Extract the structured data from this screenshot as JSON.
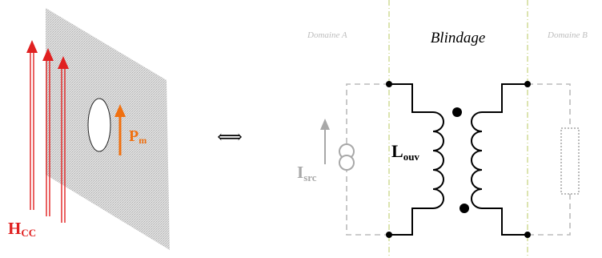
{
  "left_figure": {
    "field_label_main": "H",
    "field_label_sub": "CC",
    "moment_label_main": "P",
    "moment_label_sub": "m"
  },
  "equivalence_symbol": "⟺",
  "circuit": {
    "domain_a_label": "Domaine A",
    "shield_label": "Blindage",
    "domain_b_label": "Domaine B",
    "inductance_label_main": "L",
    "inductance_label_sub": "ouv",
    "source_label_main": "I",
    "source_label_sub": "src"
  },
  "colors": {
    "field_red": "#e02020",
    "moment_orange": "#f07010",
    "plate_grey": "#c9c9c9",
    "dashed_grey": "#bbbbbb",
    "source_grey": "#a8a8a8",
    "shield_line_green": "#b8c860",
    "circuit_black": "#000000"
  }
}
